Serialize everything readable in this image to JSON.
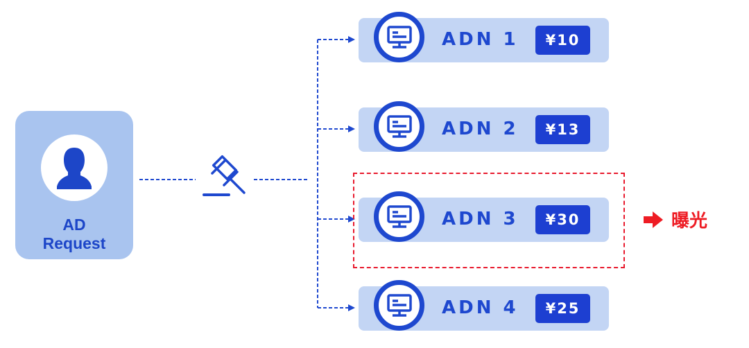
{
  "request": {
    "title_line1": "AD",
    "title_line2": "Request",
    "icon": "user-icon"
  },
  "auction_icon": "gavel-icon",
  "adns": [
    {
      "name": "ADN 1",
      "price": "¥10",
      "icon": "monitor-icon"
    },
    {
      "name": "ADN 2",
      "price": "¥13",
      "icon": "monitor-icon"
    },
    {
      "name": "ADN 3",
      "price": "¥30",
      "icon": "monitor-icon"
    },
    {
      "name": "ADN 4",
      "price": "¥25",
      "icon": "monitor-icon"
    }
  ],
  "winner": {
    "label": "曝光",
    "arrow_icon": "arrow-right-icon"
  },
  "colors": {
    "primary_blue": "#1e48cf",
    "card_blue": "#a9c4ef",
    "row_blue": "#c3d5f4",
    "highlight_red": "#e8182c"
  }
}
